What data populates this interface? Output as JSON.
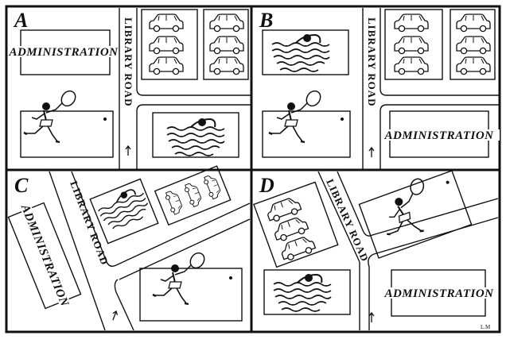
{
  "panels": [
    {
      "letter": "A",
      "admin": "ADMINISTRATION",
      "road": "LIBRARY ROAD"
    },
    {
      "letter": "B",
      "admin": "ADMINISTRATION",
      "road": "LIBRARY ROAD"
    },
    {
      "letter": "C",
      "admin": "ADMINISTRATION",
      "road": "LIBRARY ROAD"
    },
    {
      "letter": "D",
      "admin": "ADMINISTRATION",
      "road": "LIBRARY ROAD"
    }
  ],
  "signature": "L.M",
  "icons": [
    "car-icon",
    "swimmer-icon",
    "tennis-player-icon",
    "arrow-up-icon"
  ]
}
